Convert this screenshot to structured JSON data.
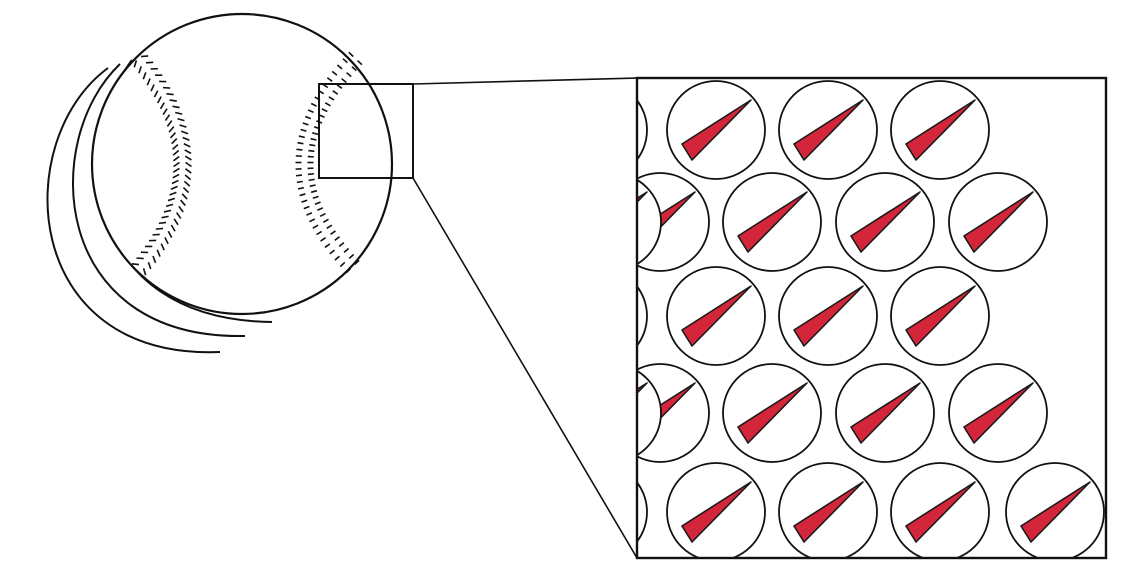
{
  "colors": {
    "line": "#111111",
    "background": "#ffffff",
    "domain_fill": "#d4263a",
    "domain_stroke": "#1a1a1a"
  },
  "icons": {
    "ball": "baseball-icon",
    "domain": "magnetic-domain-arrow-icon"
  },
  "grid": {
    "rows": 5,
    "row_layout": [
      "offset",
      "full",
      "offset",
      "full",
      "offset"
    ],
    "domain_count": 21
  }
}
